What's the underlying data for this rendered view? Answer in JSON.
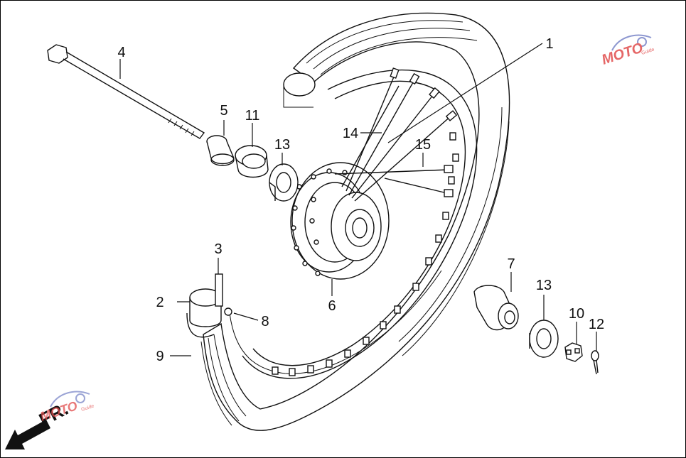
{
  "callouts": [
    {
      "id": "1",
      "label": "1"
    },
    {
      "id": "2",
      "label": "2"
    },
    {
      "id": "3",
      "label": "3"
    },
    {
      "id": "4",
      "label": "4"
    },
    {
      "id": "5",
      "label": "5"
    },
    {
      "id": "6",
      "label": "6"
    },
    {
      "id": "7",
      "label": "7"
    },
    {
      "id": "8",
      "label": "8"
    },
    {
      "id": "9",
      "label": "9"
    },
    {
      "id": "10",
      "label": "10"
    },
    {
      "id": "11",
      "label": "11"
    },
    {
      "id": "12",
      "label": "12"
    },
    {
      "id": "13a",
      "label": "13"
    },
    {
      "id": "13b",
      "label": "13"
    },
    {
      "id": "14",
      "label": "14"
    },
    {
      "id": "15",
      "label": "15"
    }
  ],
  "direction_marker": {
    "label": "FR.",
    "icon": "arrow-down-left-icon"
  },
  "watermark": {
    "text": "MOTO",
    "suffix": "Guide",
    "icon": "gear-logo-icon",
    "colors": [
      "#e14d4d",
      "#7a86c8"
    ]
  },
  "colors": {
    "line": "#111111",
    "background": "#ffffff",
    "accent": "#e14d4d"
  }
}
